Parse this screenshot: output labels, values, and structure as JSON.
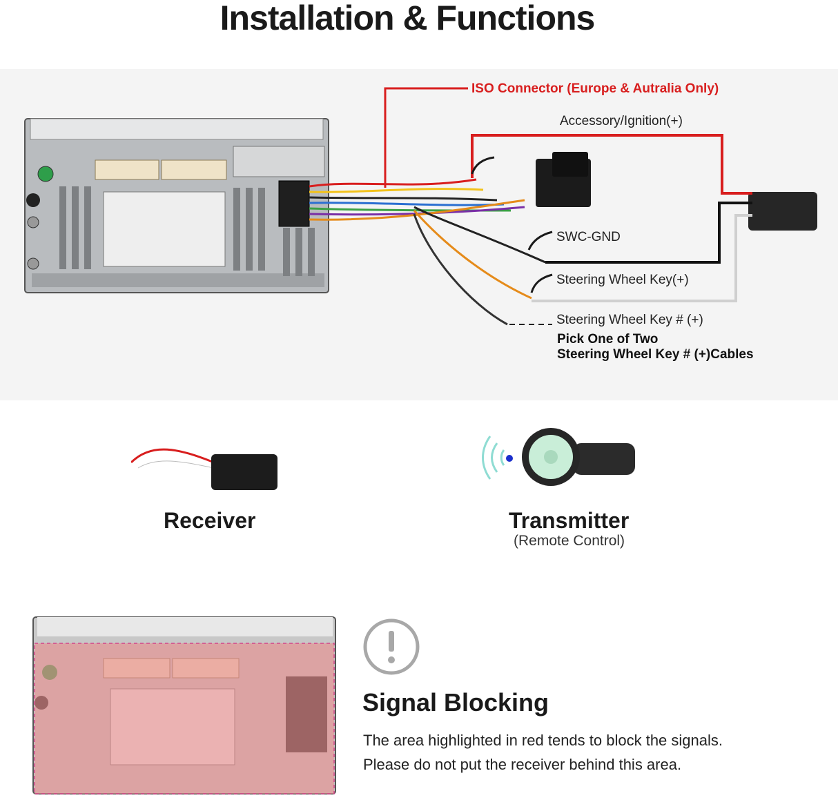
{
  "page": {
    "title": "Installation & Functions"
  },
  "wiring": {
    "iso_connector_label": "ISO Connector (Europe & Autralia Only)",
    "accessory_label": "Accessory/Ignition(+)",
    "swc_gnd_label": "SWC-GND",
    "steering_key_label": "Steering Wheel Key(+)",
    "steering_key_alt_label": "Steering Wheel Key # (+)",
    "pick_note_line1": "Pick One of Two",
    "pick_note_line2": "Steering Wheel Key # (+)Cables",
    "colors": {
      "iso_line": "#d81e1e",
      "accessory_wire": "#d81e1e",
      "gnd_wire": "#111111",
      "key_wire": "#cfcfcf"
    }
  },
  "components": {
    "receiver_label": "Receiver",
    "transmitter_label": "Transmitter",
    "transmitter_sub": "(Remote Control)"
  },
  "signal_blocking": {
    "icon": "exclamation-circle-icon",
    "heading": "Signal Blocking",
    "line1": "The area highlighted in red tends to block the signals.",
    "line2": "Please do not put the receiver behind this area.",
    "highlight_color": "#e88c8c"
  }
}
